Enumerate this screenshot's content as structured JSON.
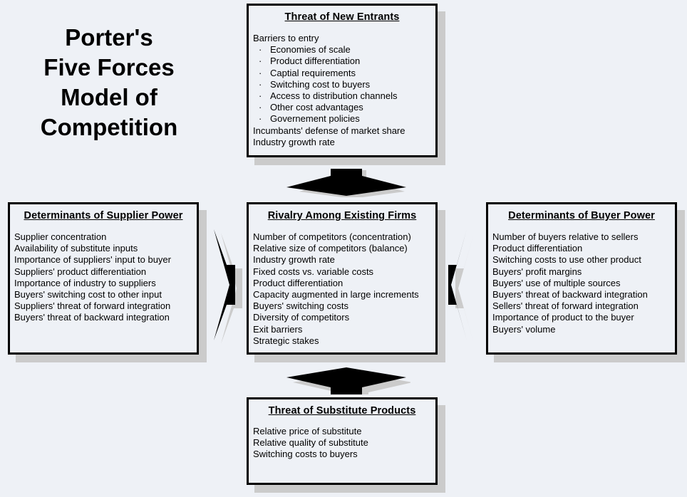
{
  "title": {
    "lines": [
      "Porter's",
      "Five Forces",
      "Model of",
      "Competition"
    ]
  },
  "colors": {
    "background": "#eef1f6",
    "box_border": "#000000",
    "box_fill": "#eef1f6",
    "shadow": "#cbcbcb",
    "arrow": "#000000",
    "arrow_shadow": "#cbcbcb"
  },
  "boxes": {
    "threat_of_new_entrants": {
      "heading": "Threat of New Entrants",
      "items": [
        {
          "text": "Barriers to entry",
          "level": 0
        },
        {
          "text": "Economies of scale",
          "level": 1,
          "bullet": "·"
        },
        {
          "text": "Product differentiation",
          "level": 1,
          "bullet": "·"
        },
        {
          "text": "Captial requirements",
          "level": 1,
          "bullet": "·"
        },
        {
          "text": "Switching cost to buyers",
          "level": 1,
          "bullet": "·"
        },
        {
          "text": "Access to distribution channels",
          "level": 1,
          "bullet": "·"
        },
        {
          "text": "Other cost advantages",
          "level": 1,
          "bullet": "·"
        },
        {
          "text": "Governement policies",
          "level": 1,
          "bullet": "·"
        },
        {
          "text": "Incumbants' defense of market share",
          "level": 0
        },
        {
          "text": "Industry growth rate",
          "level": 0
        }
      ]
    },
    "determinants_of_supplier_power": {
      "heading": "Determinants of Supplier Power",
      "items": [
        {
          "text": "Supplier concentration",
          "level": 0
        },
        {
          "text": "Availability of substitute inputs",
          "level": 0
        },
        {
          "text": "Importance of suppliers' input to buyer",
          "level": 0
        },
        {
          "text": "Suppliers' product differentiation",
          "level": 0
        },
        {
          "text": "Importance of industry to suppliers",
          "level": 0
        },
        {
          "text": "Buyers' switching cost to other input",
          "level": 0
        },
        {
          "text": "Suppliers' threat of forward integration",
          "level": 0
        },
        {
          "text": "Buyers' threat of backward integration",
          "level": 0
        }
      ]
    },
    "rivalry_among_existing_firms": {
      "heading": "Rivalry Among Existing Firms",
      "items": [
        {
          "text": "Number of competitors (concentration)",
          "level": 0
        },
        {
          "text": "Relative size of competitors (balance)",
          "level": 0
        },
        {
          "text": "Industry growth rate",
          "level": 0
        },
        {
          "text": "Fixed costs vs. variable costs",
          "level": 0
        },
        {
          "text": "Product differentiation",
          "level": 0
        },
        {
          "text": "Capacity augmented in large increments",
          "level": 0
        },
        {
          "text": "Buyers' switching costs",
          "level": 0
        },
        {
          "text": "Diversity of competitors",
          "level": 0
        },
        {
          "text": "Exit barriers",
          "level": 0
        },
        {
          "text": "Strategic stakes",
          "level": 0
        }
      ]
    },
    "determinants_of_buyer_power": {
      "heading": "Determinants of Buyer Power",
      "items": [
        {
          "text": "Number of buyers relative to sellers",
          "level": 0
        },
        {
          "text": "Product differentiation",
          "level": 0
        },
        {
          "text": "Switching costs to use other product",
          "level": 0
        },
        {
          "text": "Buyers' profit margins",
          "level": 0
        },
        {
          "text": "Buyers' use of multiple sources",
          "level": 0
        },
        {
          "text": "Buyers' threat of backward integration",
          "level": 0
        },
        {
          "text": "Sellers' threat of forward integration",
          "level": 0
        },
        {
          "text": "Importance of product to the buyer",
          "level": 0
        },
        {
          "text": "Buyers' volume",
          "level": 0
        }
      ]
    },
    "threat_of_substitute_products": {
      "heading": "Threat of Substitute Products",
      "items": [
        {
          "text": "Relative price of substitute",
          "level": 0
        },
        {
          "text": "Relative quality of substitute",
          "level": 0
        },
        {
          "text": "Switching costs to buyers",
          "level": 0
        }
      ]
    }
  },
  "arrows": [
    {
      "name": "arrow-down-to-rivalry",
      "direction": "down"
    },
    {
      "name": "arrow-up-to-rivalry",
      "direction": "up"
    },
    {
      "name": "arrow-right-to-rivalry",
      "direction": "right"
    },
    {
      "name": "arrow-left-to-rivalry",
      "direction": "left"
    }
  ]
}
